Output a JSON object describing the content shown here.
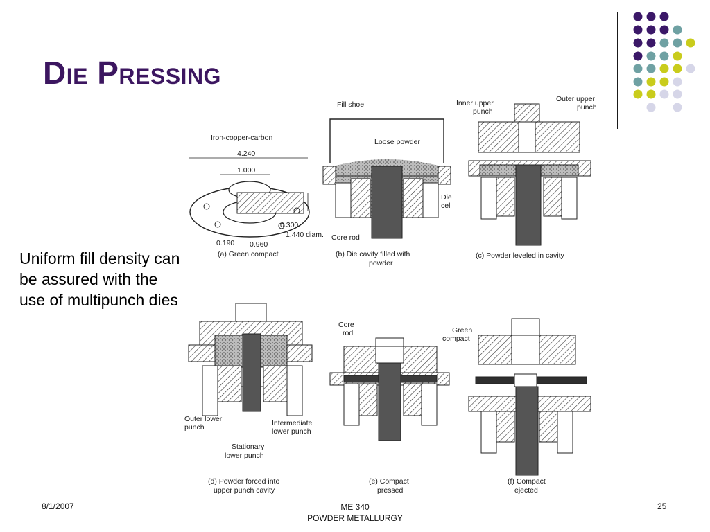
{
  "slide": {
    "title": "Die Pressing",
    "body": "Uniform fill density can be assured with the use of multipunch dies"
  },
  "figure": {
    "labels": {
      "a_material": "Iron-copper-carbon",
      "a_dim_outer": "4.240",
      "a_dim_inner": "1.000",
      "a_dim_300": "0.300",
      "a_dim_1440": "1.440 diam.",
      "a_dim_190": "0.190",
      "a_dim_960": "0.960",
      "a_caption": "(a) Green compact",
      "b_fill_shoe": "Fill shoe",
      "b_loose_powder": "Loose powder",
      "b_die": "Die",
      "b_cell": "cell",
      "b_core_rod": "Core rod",
      "b_caption_1": "(b) Die cavity filled with",
      "b_caption_2": "powder",
      "c_inner_1": "Inner upper",
      "c_inner_2": "punch",
      "c_outer_1": "Outer upper",
      "c_outer_2": "punch",
      "c_caption": "(c) Powder leveled in cavity",
      "d_outer_lower_1": "Outer lower",
      "d_outer_lower_2": "punch",
      "d_intermediate_1": "Intermediate",
      "d_intermediate_2": "lower punch",
      "d_stationary_1": "Stationary",
      "d_stationary_2": "lower punch",
      "d_caption_1": "(d) Powder forced into",
      "d_caption_2": "upper punch cavity",
      "e_core_1": "Core",
      "e_core_2": "rod",
      "e_caption_1": "(e) Compact",
      "e_caption_2": "pressed",
      "f_green_1": "Green",
      "f_green_2": "compact",
      "f_caption_1": "(f) Compact",
      "f_caption_2": "ejected"
    }
  },
  "footer": {
    "date": "8/1/2007",
    "course_line1": "ME 340",
    "course_line2": "POWDER METALLURGY",
    "page_number": "25"
  },
  "colors": {
    "purple": "#3b1868",
    "teal": "#6fa1a3",
    "yellow": "#c9cc1c",
    "lavender": "#d6d6e8"
  }
}
